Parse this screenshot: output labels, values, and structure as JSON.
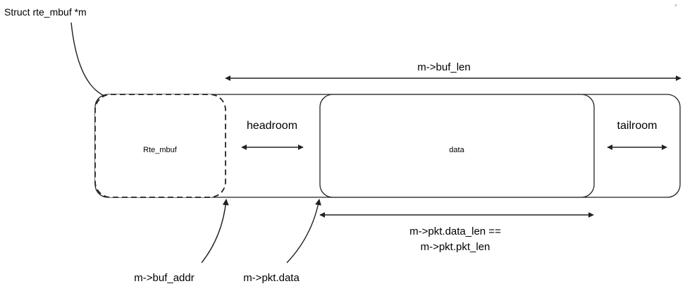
{
  "diagram": {
    "struct_label": "Struct rte_mbuf *m",
    "buf_len_label": "m->buf_len",
    "rte_mbuf_label": "Rte_mbuf",
    "headroom_label": "headroom",
    "data_label": "data",
    "tailroom_label": "tailroom",
    "data_len_line1": "m->pkt.data_len ==",
    "data_len_line2": "m->pkt.pkt_len",
    "buf_addr_label": "m->buf_addr",
    "pkt_data_label": "m->pkt.data"
  },
  "colors": {
    "stroke": "#222222",
    "background": "#ffffff"
  }
}
